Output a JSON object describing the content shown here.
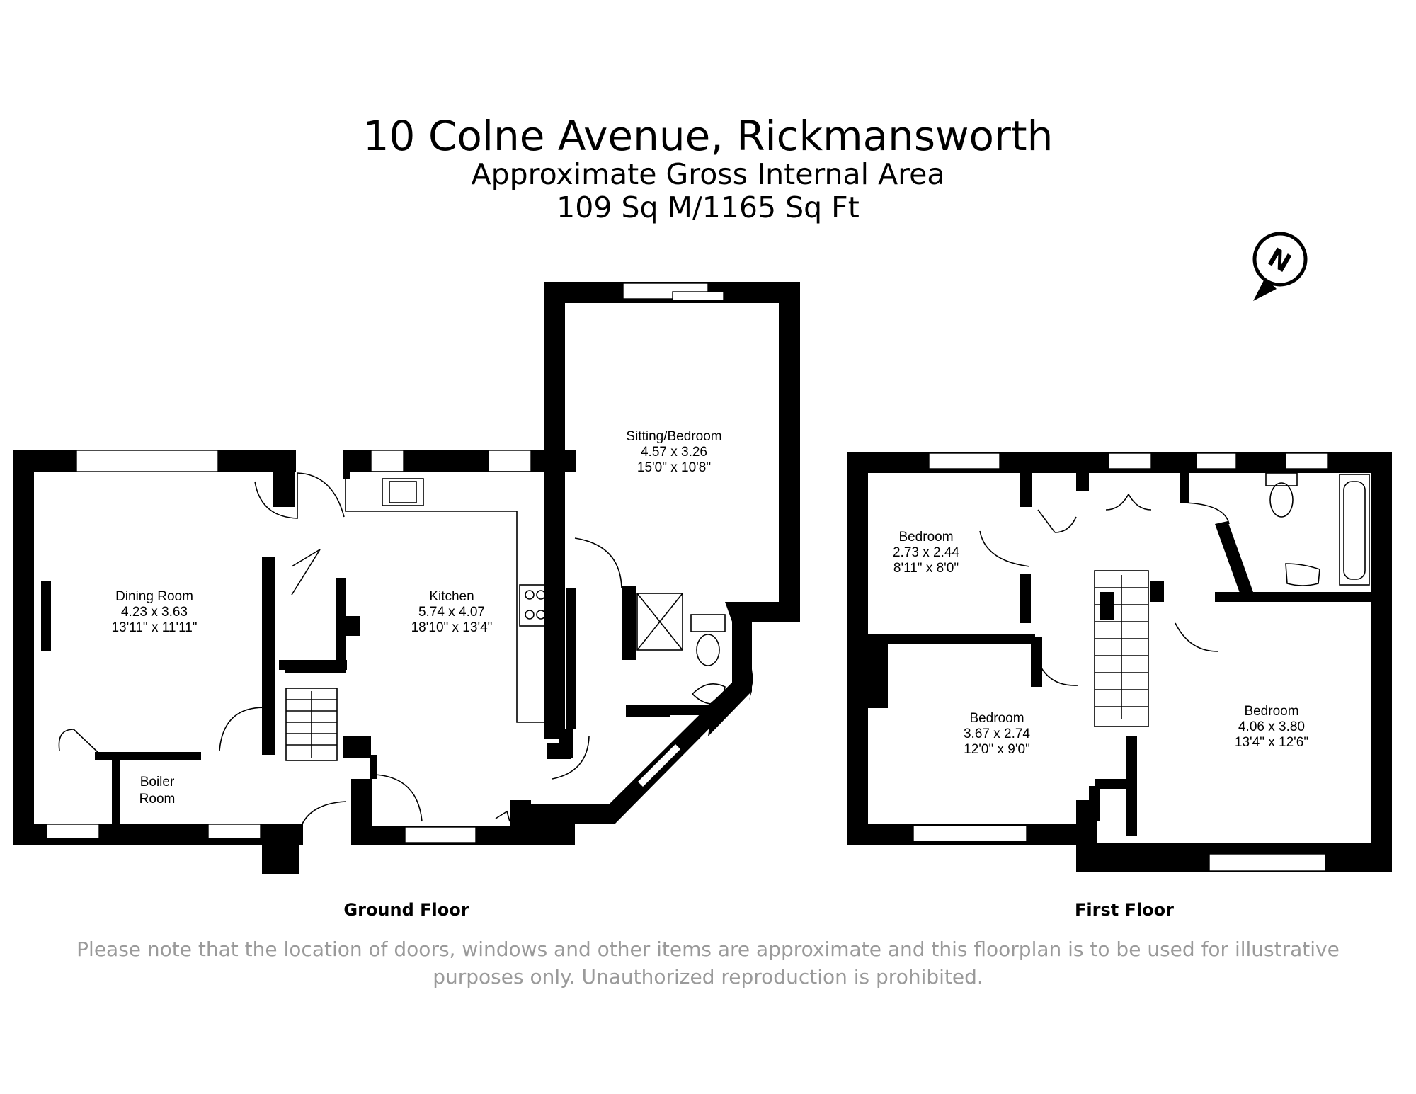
{
  "title": "10 Colne Avenue, Rickmansworth",
  "subtitle": "Approximate Gross Internal Area",
  "area": "109 Sq M/1165 Sq Ft",
  "compass_label": "N",
  "floors": {
    "ground": {
      "label": "Ground Floor"
    },
    "first": {
      "label": "First Floor"
    }
  },
  "rooms": {
    "dining": {
      "name": "Dining Room",
      "metric": "4.23 x 3.63",
      "imperial": "13'11\" x 11'11\""
    },
    "kitchen": {
      "name": "Kitchen",
      "metric": "5.74 x 4.07",
      "imperial": "18'10\" x 13'4\""
    },
    "sitting": {
      "name": "Sitting/Bedroom",
      "metric": "4.57 x 3.26",
      "imperial": "15'0\" x 10'8\""
    },
    "boiler": {
      "name_line1": "Boiler",
      "name_line2": "Room"
    },
    "bed1": {
      "name": "Bedroom",
      "metric": "2.73 x 2.44",
      "imperial": "8'11\" x 8'0\""
    },
    "bed2": {
      "name": "Bedroom",
      "metric": "3.67 x 2.74",
      "imperial": "12'0\" x 9'0\""
    },
    "bed3": {
      "name": "Bedroom",
      "metric": "4.06 x 3.80",
      "imperial": "13'4\" x 12'6\""
    }
  },
  "disclaimer_line1": "Please note that the location of doors, windows and other items are approximate and this floorplan is to be used for illustrative",
  "disclaimer_line2": "purposes only. Unauthorized reproduction is prohibited."
}
